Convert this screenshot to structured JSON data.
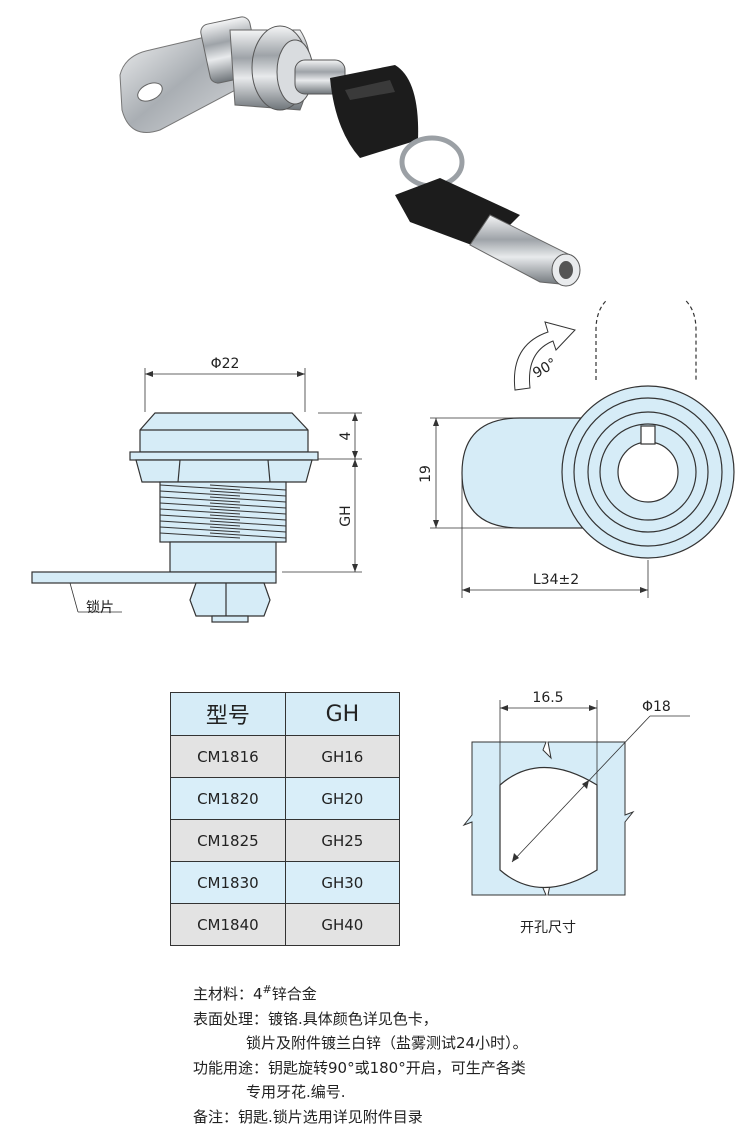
{
  "dimensions": {
    "diameter_22": "Φ22",
    "height_4": "4",
    "gh": "GH",
    "height_19": "19",
    "length": "L34±2",
    "rotation": "90°",
    "cut_width": "16.5",
    "cut_diameter": "Φ18"
  },
  "labels": {
    "cam_plate": "锁片",
    "cutout": "开孔尺寸"
  },
  "table": {
    "headers": [
      "型号",
      "GH"
    ],
    "rows": [
      [
        "CM1816",
        "GH16"
      ],
      [
        "CM1820",
        "GH20"
      ],
      [
        "CM1825",
        "GH25"
      ],
      [
        "CM1830",
        "GH30"
      ],
      [
        "CM1840",
        "GH40"
      ]
    ]
  },
  "notes": {
    "material_prefix": "主材料：4",
    "material_sup": "#",
    "material_suffix": "锌合金",
    "surface_1": "表面处理：镀铬.具体颜色详见色卡，",
    "surface_2": "锁片及附件镀兰白锌（盐雾测试24小时）。",
    "function_1": "功能用途：钥匙旋转90°或180°开启，可生产各类",
    "function_2": "专用牙花.编号.",
    "remark": "备注：钥匙.锁片选用详见附件目录"
  },
  "colors": {
    "drawing_fill": "#d6ecf7",
    "drawing_stroke": "#333333",
    "key_black": "#1a1a1a",
    "chrome": "#c9ccd0"
  }
}
